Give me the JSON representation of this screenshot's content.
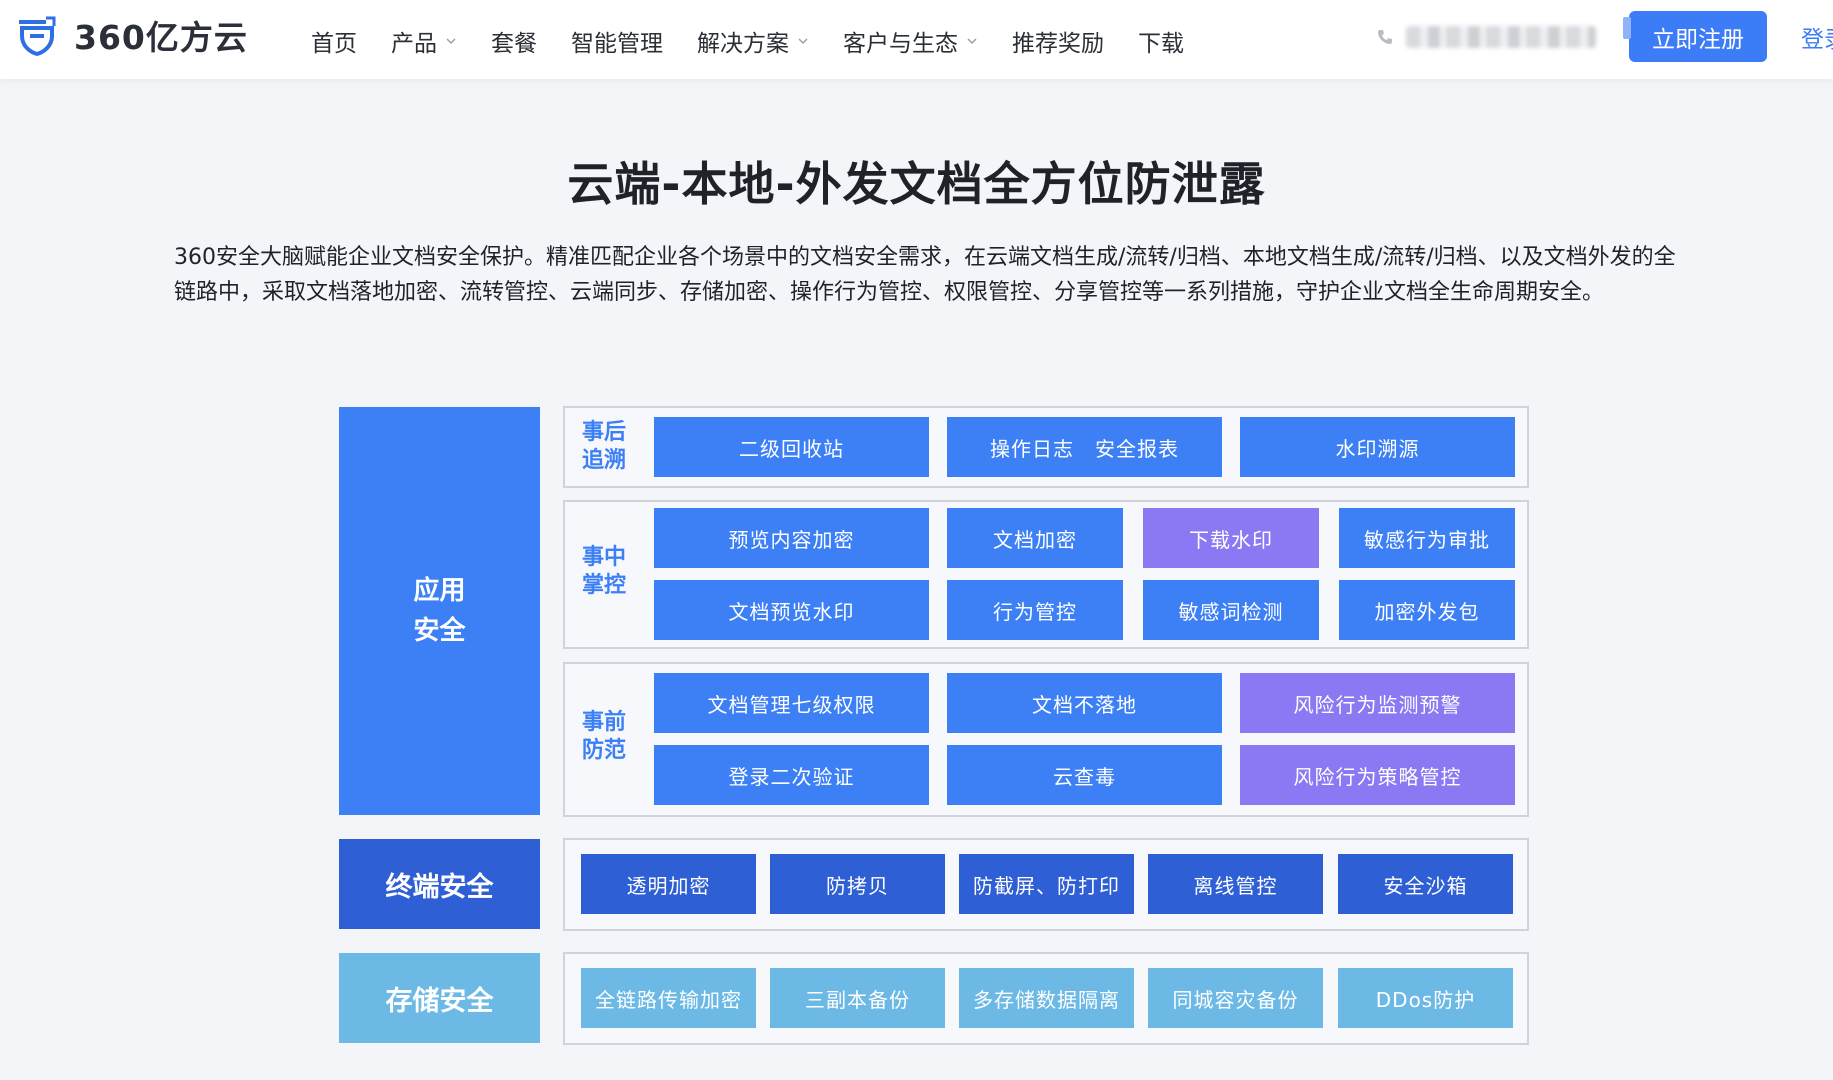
{
  "header": {
    "logo_text": "360亿方云",
    "nav": [
      {
        "label": "首页",
        "dropdown": false
      },
      {
        "label": "产品",
        "dropdown": true
      },
      {
        "label": "套餐",
        "dropdown": false
      },
      {
        "label": "智能管理",
        "dropdown": false
      },
      {
        "label": "解决方案",
        "dropdown": true
      },
      {
        "label": "客户与生态",
        "dropdown": true
      },
      {
        "label": "推荐奖励",
        "dropdown": false
      },
      {
        "label": "下载",
        "dropdown": false
      }
    ],
    "register_label": "立即注册",
    "login_label": "登录"
  },
  "hero": {
    "title": "云端-本地-外发文档全方位防泄露",
    "intro": "360安全大脑赋能企业文档安全保护。精准匹配企业各个场景中的文档安全需求，在云端文档生成/流转/归档、本地文档生成/流转/归档、以及文档外发的全链路中，采取文档落地加密、流转管控、云端同步、存储加密、操作行为管控、权限管控、分享管控等一系列措施，守护企业文档全生命周期安全。"
  },
  "diagram": {
    "categories": {
      "app": "应用安全",
      "terminal": "终端安全",
      "storage": "存储安全"
    },
    "after": {
      "label": "事后追溯",
      "items": [
        "二级回收站",
        "操作日志　安全报表",
        "水印溯源"
      ]
    },
    "during": {
      "label": "事中掌控",
      "items": [
        "预览内容加密",
        "文档加密",
        "下载水印",
        "敏感行为审批",
        "文档预览水印",
        "行为管控",
        "敏感词检测",
        "加密外发包"
      ]
    },
    "before": {
      "label": "事前防范",
      "items": [
        "文档管理七级权限",
        "文档不落地",
        "风险行为监测预警",
        "登录二次验证",
        "云查毒",
        "风险行为策略管控"
      ]
    },
    "terminal_items": [
      "透明加密",
      "防拷贝",
      "防截屏、防打印",
      "离线管控",
      "安全沙箱"
    ],
    "storage_items": [
      "全链路传输加密",
      "三副本备份",
      "多存储数据隔离",
      "同城容灾备份",
      "DDos防护"
    ]
  },
  "colors": {
    "brand_blue": "#3d80f6",
    "purple": "#8a79f2",
    "dark_blue": "#2f5fd4",
    "light_blue": "#6cb9e6"
  }
}
